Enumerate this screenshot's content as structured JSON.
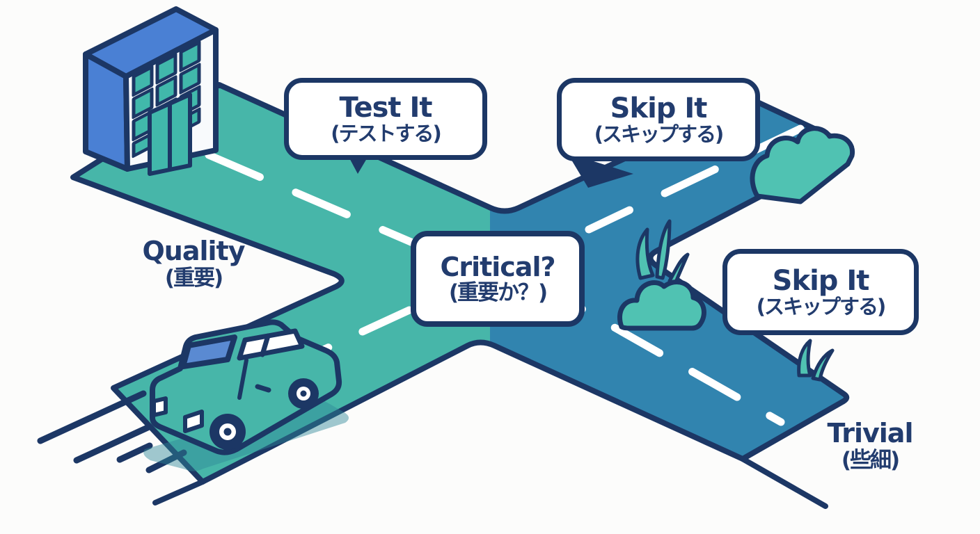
{
  "labels": {
    "branch_test": {
      "en": "Test It",
      "ja": "(テストする)"
    },
    "branch_skip_top": {
      "en": "Skip It",
      "ja": "(スキップする)"
    },
    "center_question": {
      "en": "Critical?",
      "ja": "(重要か？)"
    },
    "branch_skip_right": {
      "en": "Skip It",
      "ja": "(スキップする)"
    },
    "road_left": {
      "en": "Quality",
      "ja": "(重要)"
    },
    "road_right": {
      "en": "Trivial",
      "ja": "(些細)"
    }
  },
  "scene": {
    "type": "crossroads-decision-illustration",
    "elements": [
      "office-building",
      "car",
      "x-intersection-roads",
      "bushes",
      "grass",
      "speed-lines",
      "speech-bubbles"
    ]
  },
  "colors": {
    "road_teal": "#47b6a9",
    "road_blue": "#3184af",
    "outline_navy": "#1c3765",
    "text_navy": "#223c6e",
    "building_blue": "#4a80d4",
    "window_teal": "#41b8ab",
    "windshield_blue": "#5a8ad2",
    "bush_teal": "#50c2b2",
    "background": "#fcfcfb",
    "dash_white": "#ffffff"
  }
}
